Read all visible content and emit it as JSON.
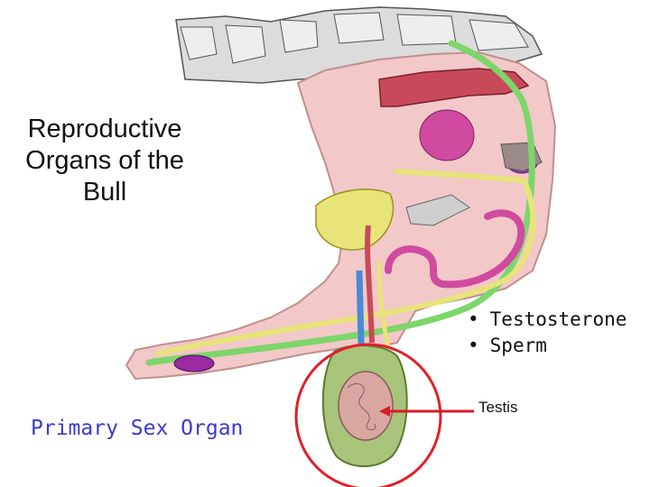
{
  "title": {
    "lines": [
      "Reproductive",
      "Organs of the",
      "Bull"
    ]
  },
  "bullets": [
    "Testosterone",
    "Sperm"
  ],
  "primary_label": "Primary Sex Organ",
  "testis_label": "Testis",
  "colors": {
    "circle": "#e0202a",
    "arrow": "#d81c2a",
    "primary_text": "#3a3ad0",
    "body_fill": "#f2c8c8",
    "spine": "#d8d8d8",
    "green_tract": "#7dd66a",
    "yellow_tract": "#e8e47a",
    "magenta_tract": "#d04aa0",
    "blue_duct": "#4a8ad8",
    "red_vessel": "#c84a5a",
    "testis": "#d8a7a2",
    "scrotum_green": "#a7c47a"
  },
  "icons": [
    "red-arrow-icon",
    "red-circle-outline"
  ]
}
